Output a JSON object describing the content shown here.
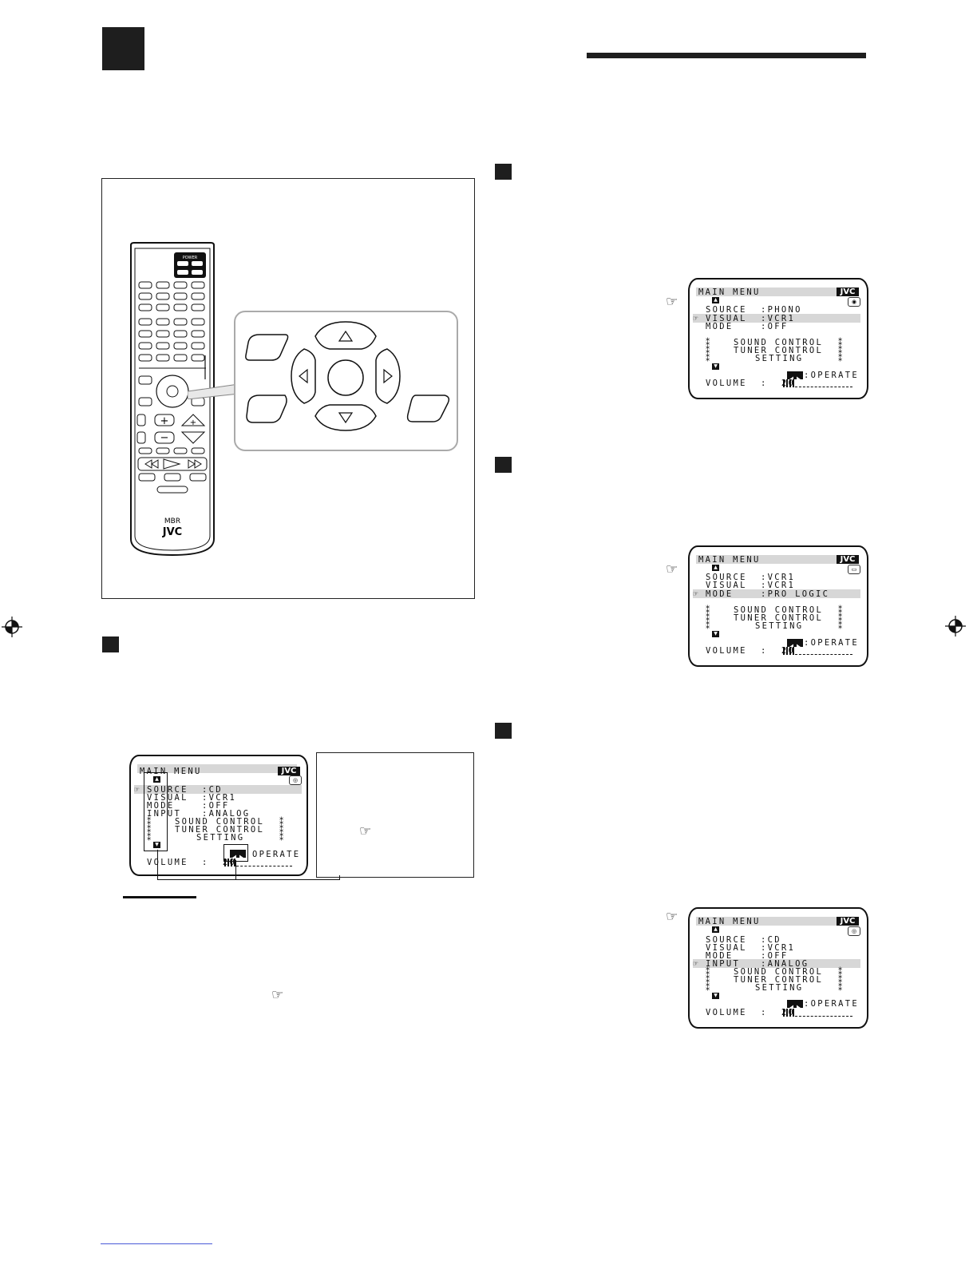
{
  "screens": {
    "phono": {
      "title": "MAIN MENU",
      "brand": "JVC",
      "source": "SOURCE  :PHONO",
      "visual": "VISUAL  :VCR1",
      "mode": "MODE    :OFF",
      "sound": "SOUND CONTROL",
      "tuner": "TUNER CONTROL",
      "setting": "SETTING",
      "operate": ":OPERATE",
      "volume": "VOLUME  :  20"
    },
    "vcr1": {
      "title": "MAIN MENU",
      "brand": "JVC",
      "source": "SOURCE  :VCR1",
      "visual": "VISUAL  :VCR1",
      "mode": "MODE    :PRO LOGIC",
      "sound": "SOUND CONTROL",
      "tuner": "TUNER CONTROL",
      "setting": "SETTING",
      "operate": ":OPERATE",
      "volume": "VOLUME  :  20"
    },
    "cd_left": {
      "title": "MAIN MENU",
      "brand": "JVC",
      "source": "SOURCE  :CD",
      "visual": "VISUAL  :VCR1",
      "mode": "MODE    :OFF",
      "input": "INPUT   :ANALOG",
      "sound": "SOUND CONTROL",
      "tuner": "TUNER CONTROL",
      "setting": "SETTING",
      "operate": "OPERATE",
      "volume": "VOLUME  :  20"
    },
    "cd_right": {
      "title": "MAIN MENU",
      "brand": "JVC",
      "source": "SOURCE  :CD",
      "visual": "VISUAL  :VCR1",
      "mode": "MODE    :OFF",
      "input": "INPUT   :ANALOG",
      "sound": "SOUND CONTROL",
      "tuner": "TUNER CONTROL",
      "setting": "SETTING",
      "operate": ":OPERATE",
      "volume": "VOLUME  :  20"
    }
  },
  "remote": {
    "power_label": "POWER",
    "mbr_label": "MBR",
    "brand": "JVC"
  },
  "icons": {
    "pointer": "pointing-hand-icon",
    "registration": "crosshair-registration-icon"
  }
}
